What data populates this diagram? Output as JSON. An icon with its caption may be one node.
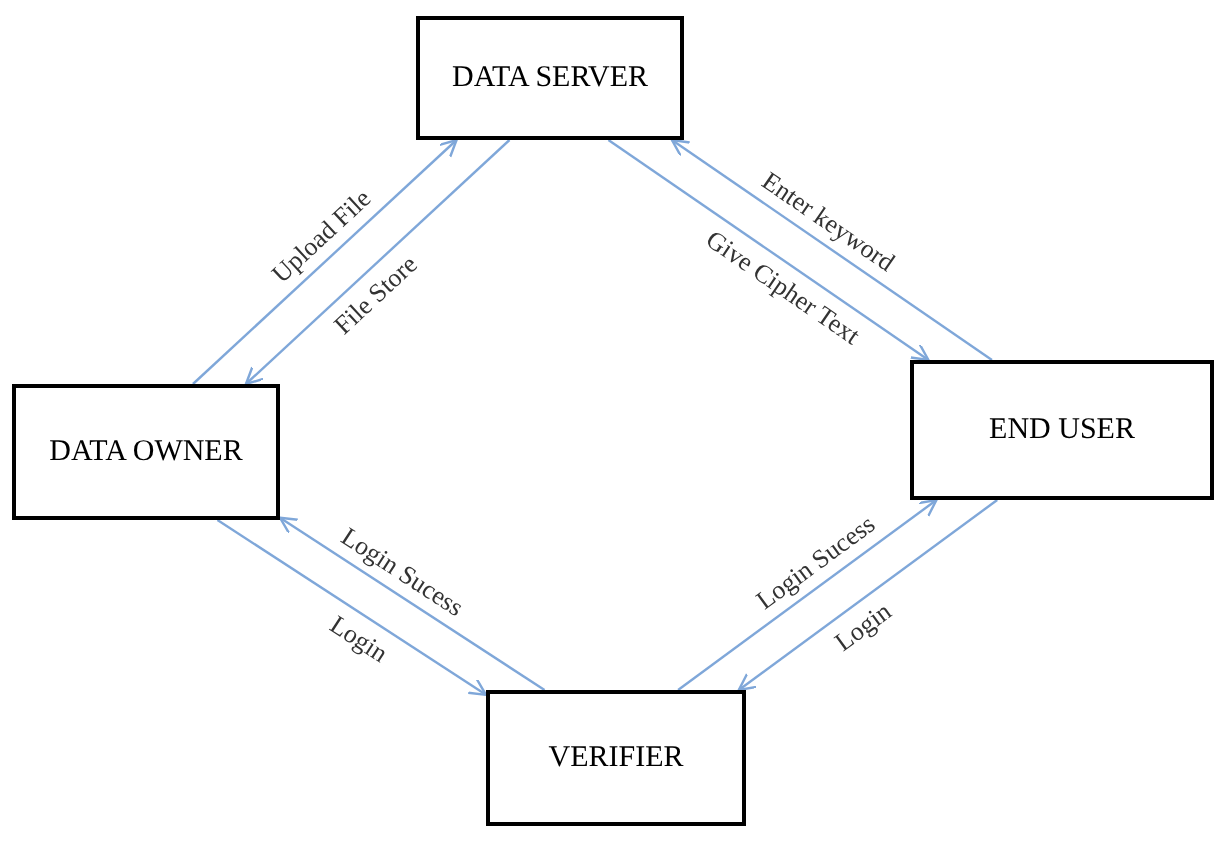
{
  "diagram": {
    "nodes": [
      {
        "text": [
          "DATA SERVER"
        ]
      },
      {
        "text": [
          "DATA OWNER"
        ]
      },
      {
        "text": [
          "END USER"
        ]
      },
      {
        "text": [
          "VERIFIER"
        ]
      }
    ],
    "edges": [
      {
        "from": 1,
        "to": 0,
        "arrow": "to",
        "label": "Upload File"
      },
      {
        "from": 0,
        "to": 1,
        "arrow": "to",
        "label": "File Store"
      },
      {
        "from": 2,
        "to": 0,
        "arrow": "to",
        "label": "Enter keyword"
      },
      {
        "from": 0,
        "to": 2,
        "arrow": "to",
        "label": "Give Cipher Text"
      },
      {
        "from": 1,
        "to": 3,
        "arrow": "to",
        "label": "Login"
      },
      {
        "from": 3,
        "to": 1,
        "arrow": "to",
        "label": "Login Sucess"
      },
      {
        "from": 3,
        "to": 2,
        "arrow": "to",
        "label": "Login Sucess"
      },
      {
        "from": 2,
        "to": 3,
        "arrow": "to",
        "label": "Login"
      }
    ]
  }
}
